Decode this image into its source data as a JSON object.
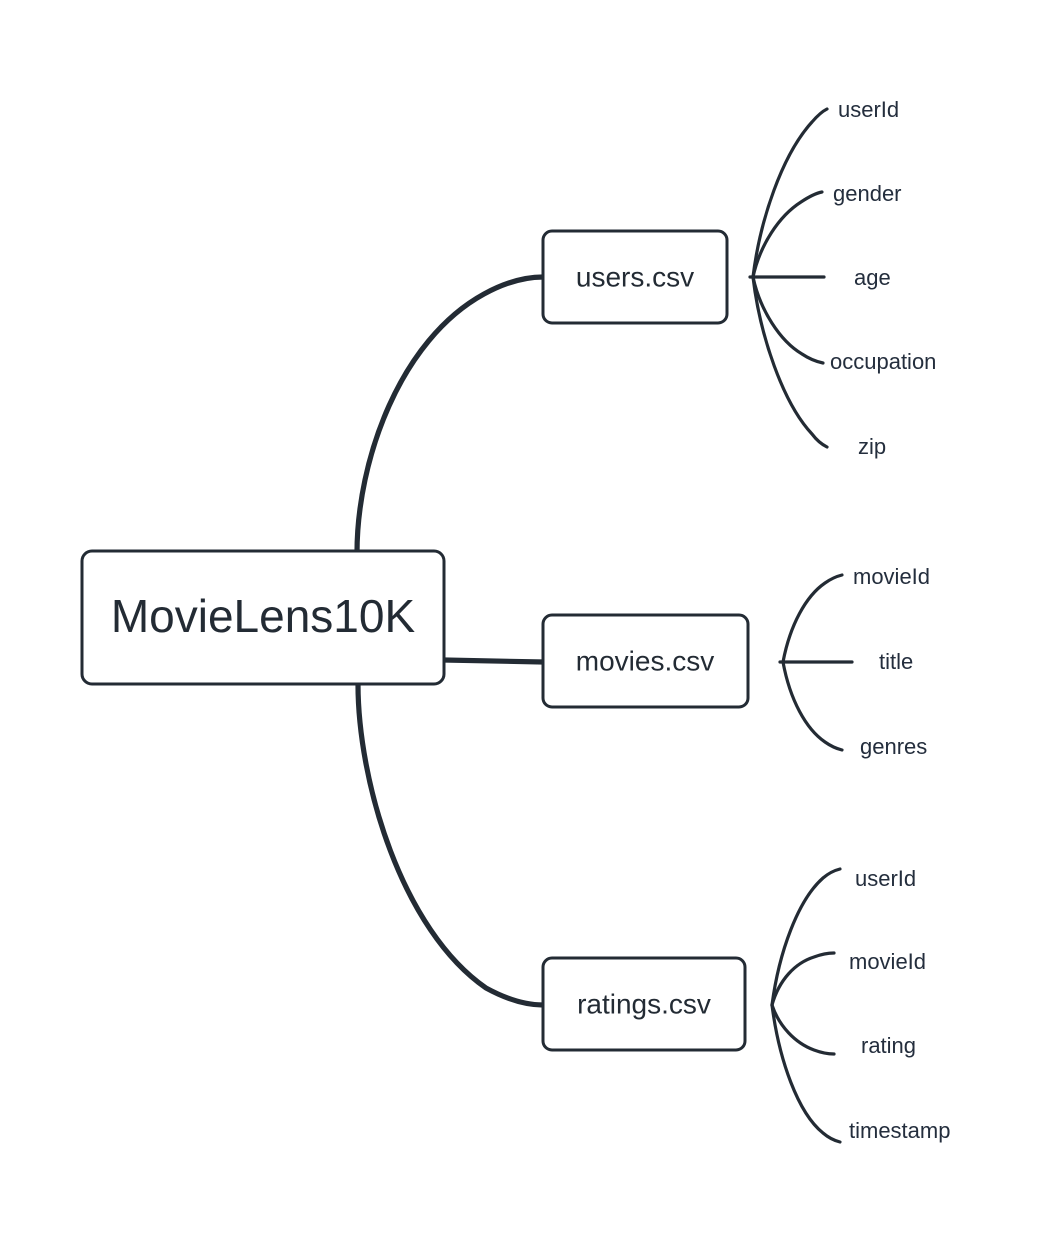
{
  "diagram": {
    "type": "mindmap",
    "orientation": "left-to-right",
    "background_color": "#ffffff",
    "stroke_color": "#232b34",
    "text_color": "#242e3d",
    "root": {
      "label": "MovieLens10K"
    },
    "branches": [
      {
        "label": "users.csv",
        "leaves": [
          {
            "label": "userId"
          },
          {
            "label": "gender"
          },
          {
            "label": "age"
          },
          {
            "label": "occupation"
          },
          {
            "label": "zip"
          }
        ]
      },
      {
        "label": "movies.csv",
        "leaves": [
          {
            "label": "movieId"
          },
          {
            "label": "title"
          },
          {
            "label": "genres"
          }
        ]
      },
      {
        "label": "ratings.csv",
        "leaves": [
          {
            "label": "userId"
          },
          {
            "label": "movieId"
          },
          {
            "label": "rating"
          },
          {
            "label": "timestamp"
          }
        ]
      }
    ]
  }
}
